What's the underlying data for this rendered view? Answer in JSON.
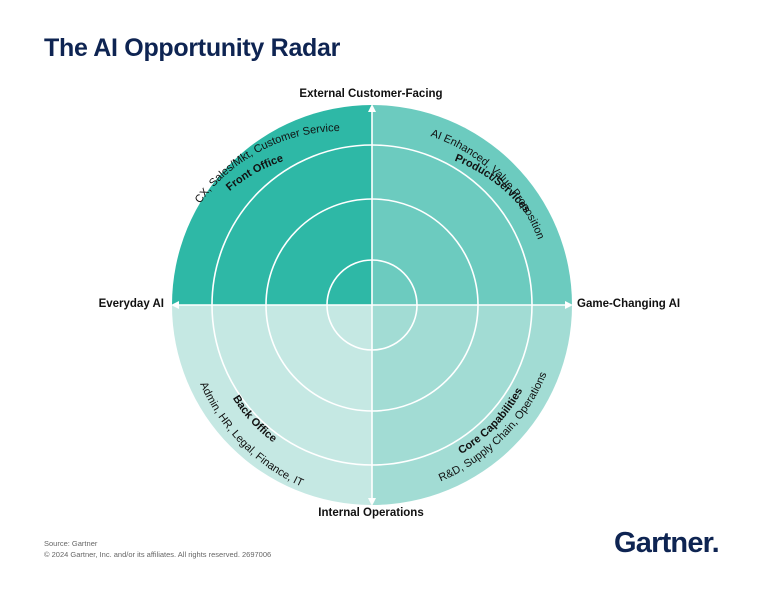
{
  "title": "The AI Opportunity Radar",
  "axes": {
    "top": "External Customer-Facing",
    "bottom": "Internal Operations",
    "left": "Everyday AI",
    "right": "Game-Changing AI"
  },
  "quadrants": {
    "front_office": {
      "title": "Front Office",
      "subtitle": "CX, Sales/Mkt, Customer Service",
      "color": "#2eb8a6"
    },
    "product_services": {
      "title": "Product/Services",
      "subtitle": "AI Enhanced, Value Proposition",
      "color": "#6ccbbf"
    },
    "back_office": {
      "title": "Back Office",
      "subtitle": "Admin, HR, Legal, Finance, IT",
      "color": "#c5e8e3"
    },
    "core_capabilities": {
      "title": "Core Capabilities",
      "subtitle": "R&D, Supply Chain, Operations",
      "color": "#a2dcd4"
    }
  },
  "footer": {
    "source": "Source: Gartner",
    "copyright": "© 2024 Gartner, Inc. and/or its affiliates. All rights reserved. 2697006"
  },
  "logo": {
    "text": "Gartner",
    "dot": "."
  }
}
